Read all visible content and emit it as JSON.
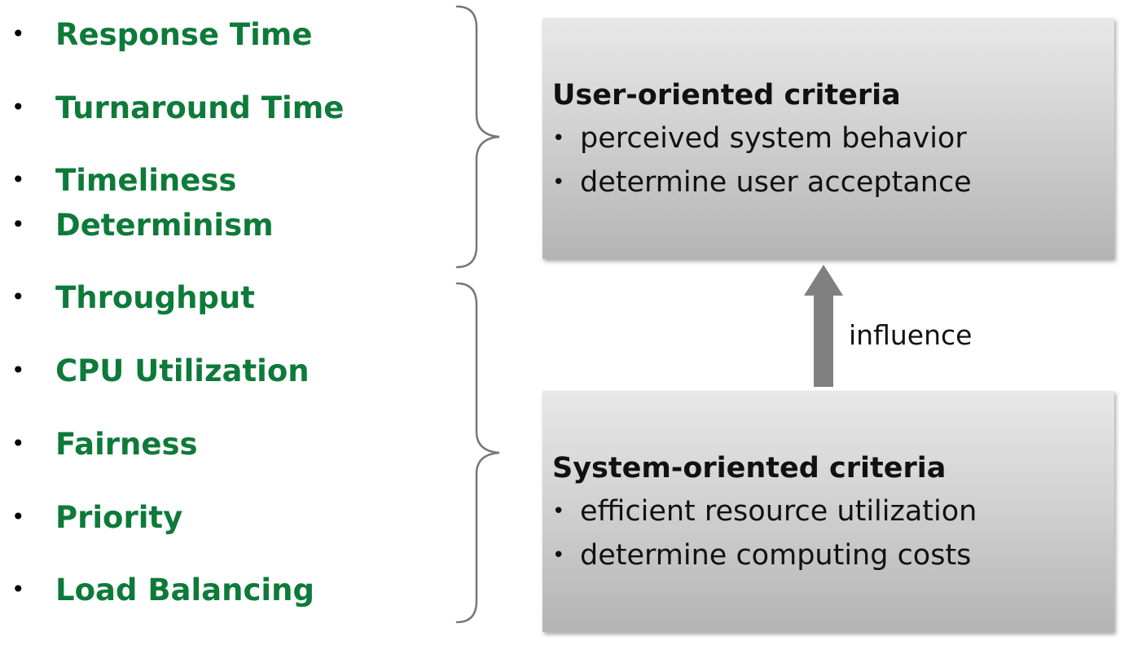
{
  "criteria_list": [
    "Response Time",
    "Turnaround Time",
    "Timeliness",
    "Determinism",
    "Throughput",
    "CPU Utilization",
    "Fairness",
    "Priority",
    "Load Balancing"
  ],
  "user_box": {
    "title": "User-oriented criteria",
    "points": [
      "perceived system behavior",
      "determine user acceptance"
    ]
  },
  "system_box": {
    "title": "System-oriented criteria",
    "points": [
      "efficient resource utilization",
      "determine computing costs"
    ]
  },
  "arrow_label": "influence",
  "colors": {
    "criteria_text": "#0e7a3a",
    "brace": "#777777",
    "arrow": "#808080",
    "box_gradient_top": "#e8e8e8",
    "box_gradient_bottom": "#b4b4b4"
  },
  "bullet_glyph": "•"
}
